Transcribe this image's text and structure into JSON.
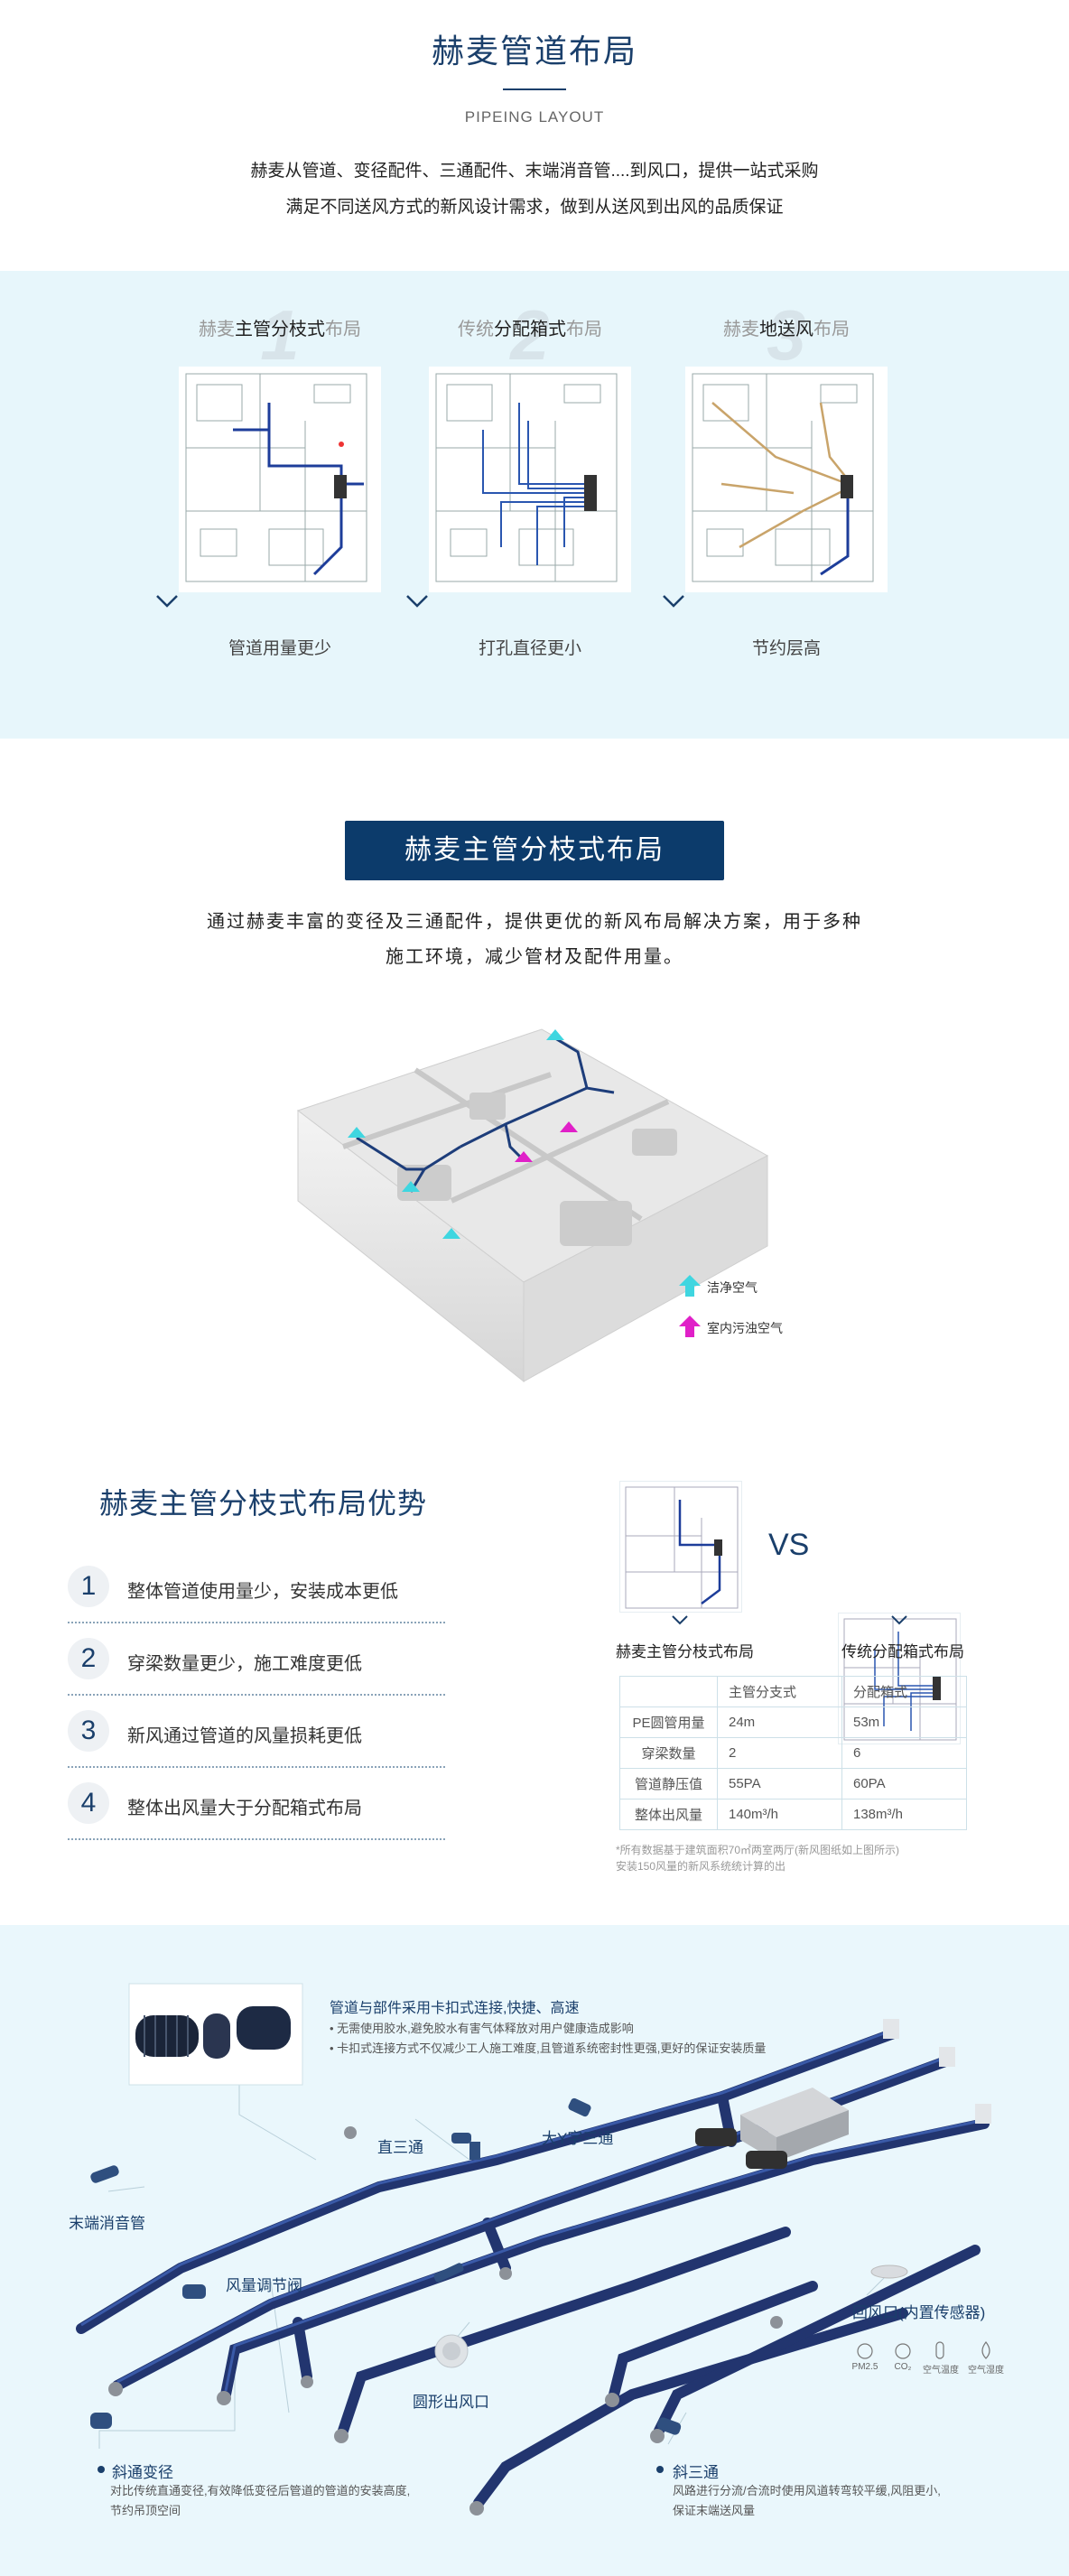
{
  "header": {
    "title": "赫麦管道布局",
    "subtitle": "PIPEING LAYOUT",
    "intro_line1": "赫麦从管道、变径配件、三通配件、末端消音管....到风口，提供一站式采购",
    "intro_line2": "满足不同送风方式的新风设计需求，做到从送风到出风的品质保证"
  },
  "layouts": [
    {
      "num": "1",
      "pre": "赫麦",
      "bold": "主管分枝式",
      "post": "布局",
      "caption": "管道用量更少"
    },
    {
      "num": "2",
      "pre": "传统",
      "bold": "分配箱式",
      "post": "布局",
      "caption": "打孔直径更小"
    },
    {
      "num": "3",
      "pre": "赫麦",
      "bold": "地送风",
      "post": "布局",
      "caption": "节约层高"
    }
  ],
  "main_branch": {
    "banner": "赫麦主管分枝式布局",
    "intro_line1": "通过赫麦丰富的变径及三通配件，提供更优的新风布局解决方案，用于多种",
    "intro_line2": "施工环境，减少管材及配件用量。",
    "legend_clean": "洁净空气",
    "legend_dirty": "室内污浊空气"
  },
  "advantages": {
    "title": "赫麦主管分枝式布局优势",
    "items": [
      {
        "num": "1",
        "text": "整体管道使用量少，安装成本更低"
      },
      {
        "num": "2",
        "text": "穿梁数量更少，施工难度更低"
      },
      {
        "num": "3",
        "text": "新风通过管道的风量损耗更低"
      },
      {
        "num": "4",
        "text": "整体出风量大于分配箱式布局"
      }
    ]
  },
  "compare": {
    "vs": "VS",
    "left_caption": "赫麦主管分枝式布局",
    "right_caption": "传统分配箱式布局",
    "columns": [
      "",
      "主管分支式",
      "分配箱式"
    ],
    "rows": [
      {
        "label": "PE圆管用量",
        "a": "24m",
        "b": "53m"
      },
      {
        "label": "穿梁数量",
        "a": "2",
        "b": "6"
      },
      {
        "label": "管道静压值",
        "a": "55PA",
        "b": "60PA"
      },
      {
        "label": "整体出风量",
        "a": "140m³/h",
        "b": "138m³/h"
      }
    ],
    "note_line1": "*所有数据基于建筑面积70㎡两室两厅(新风图纸如上图所示)",
    "note_line2": "安装150风量的新风系统统计算的出"
  },
  "system": {
    "connect_title": "管道与部件采用卡扣式连接,快捷、高速",
    "connect_b1": "• 无需使用胶水,避免胶水有害气体释放对用户健康造成影响",
    "connect_b2": "• 卡扣式连接方式不仅减少工人施工难度,且管道系统密封性更强,更好的保证安装质量",
    "lbl_straight_tee": "直三通",
    "lbl_big_y": "大Y字三通",
    "lbl_muffler": "末端消音管",
    "lbl_damper": "风量调节阀",
    "lbl_round_outlet": "圆形出风口",
    "lbl_return": "回风口(内置传感器)",
    "sensor_pm": "PM2.5",
    "sensor_co2": "CO₂",
    "sensor_temp": "空气温度",
    "sensor_hum": "空气湿度",
    "reducer_title": "斜通变径",
    "reducer_l1": "对比传统直通变径,有效降低变径后管道的管道的安装高度,",
    "reducer_l2": "节约吊顶空间",
    "skew_title": "斜三通",
    "skew_l1": "风路进行分流/合流时使用风道转弯较平缓,风阻更小,",
    "skew_l2": "保证末端送风量"
  },
  "colors": {
    "navy": "#0c3b6b",
    "band": "#e7f6fb",
    "pipe": "#1d3d7a",
    "clean": "#3fd6e0",
    "dirty": "#e020c8"
  }
}
